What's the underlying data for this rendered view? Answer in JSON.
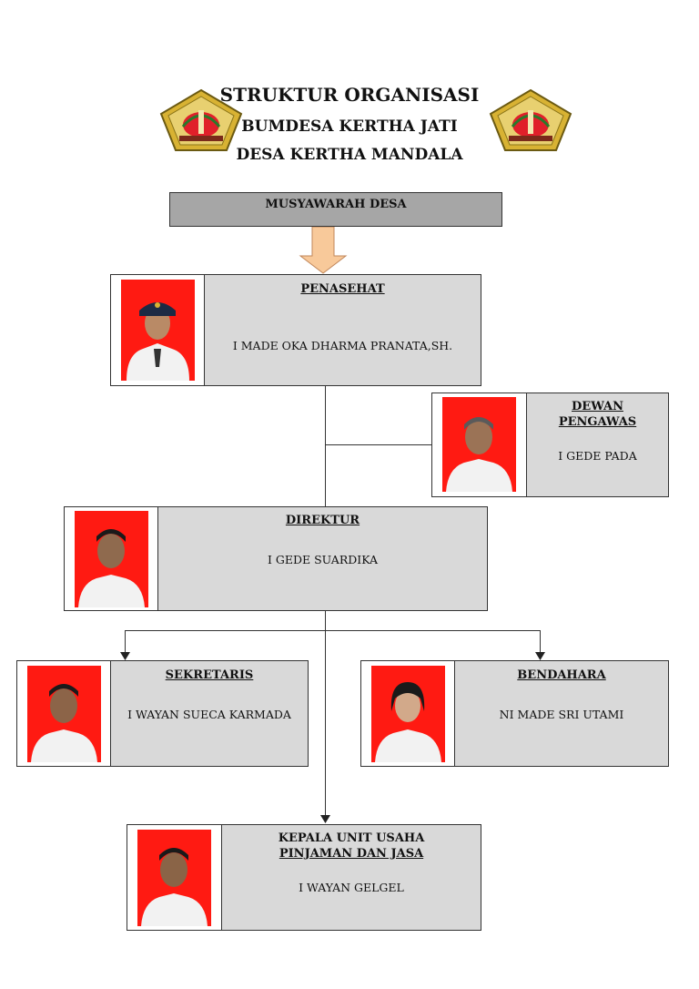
{
  "header": {
    "line1": "STRUKTUR ORGANISASI",
    "line2": "BUMDESA KERTHA JATI",
    "line3": "DESA KERTHA MANDALA",
    "logo_icon": "regency-crest-icon"
  },
  "top_box": {
    "label": "MUSYAWARAH DESA"
  },
  "members": {
    "penasehat": {
      "role": "PENASEHAT",
      "name": "I MADE OKA DHARMA PRANATA,SH."
    },
    "dewan": {
      "role_line1": "DEWAN",
      "role_line2": "PENGAWAS",
      "name": "I GEDE PADA"
    },
    "direktur": {
      "role": "DIREKTUR",
      "name": "I GEDE SUARDIKA"
    },
    "sekretaris": {
      "role": "SEKRETARIS",
      "name": "I WAYAN SUECA KARMADA"
    },
    "bendahara": {
      "role": "BENDAHARA",
      "name": "NI MADE SRI UTAMI"
    },
    "kepala": {
      "role_line1": "KEPALA UNIT USAHA",
      "role_line2": "PINJAMAN DAN JASA",
      "name": "I WAYAN GELGEL"
    }
  },
  "colors": {
    "photo_bg": "#ff1a12",
    "box_fill": "#d9d9d9",
    "top_box_fill": "#a6a6a6",
    "arrow_fill": "#f8c99a",
    "logo_gold": "#d8b233"
  }
}
